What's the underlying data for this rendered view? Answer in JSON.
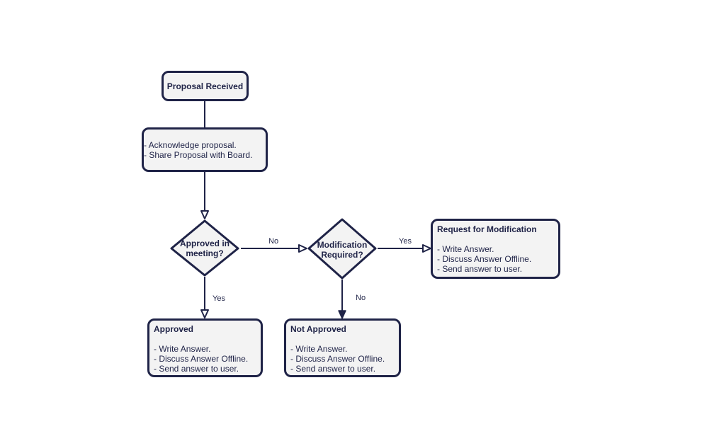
{
  "nodes": {
    "proposal_received": {
      "text": "Proposal Received"
    },
    "acknowledge": {
      "lines": [
        "- Acknowledge proposal.",
        "- Share Proposal with Board."
      ]
    },
    "approved_decision": {
      "line1": "Approved",
      "line2": "in meeting?"
    },
    "modification_decision": {
      "line1": "Modification",
      "line2": "Required?"
    },
    "request_modification": {
      "title": "Request for Modification",
      "lines": [
        "- Write Answer.",
        "- Discuss Answer Offline.",
        "- Send answer to user."
      ]
    },
    "approved": {
      "title": "Approved",
      "lines": [
        "- Write Answer.",
        "- Discuss Answer Offline.",
        "- Send answer to user."
      ]
    },
    "not_approved": {
      "title": "Not Approved",
      "lines": [
        "- Write Answer.",
        "- Discuss Answer Offline.",
        "- Send answer to user."
      ]
    }
  },
  "edges": {
    "approved_no": "No",
    "approved_yes": "Yes",
    "modification_yes": "Yes",
    "modification_no": "No"
  },
  "colors": {
    "stroke": "#1f2347",
    "fill": "#f3f3f3"
  }
}
